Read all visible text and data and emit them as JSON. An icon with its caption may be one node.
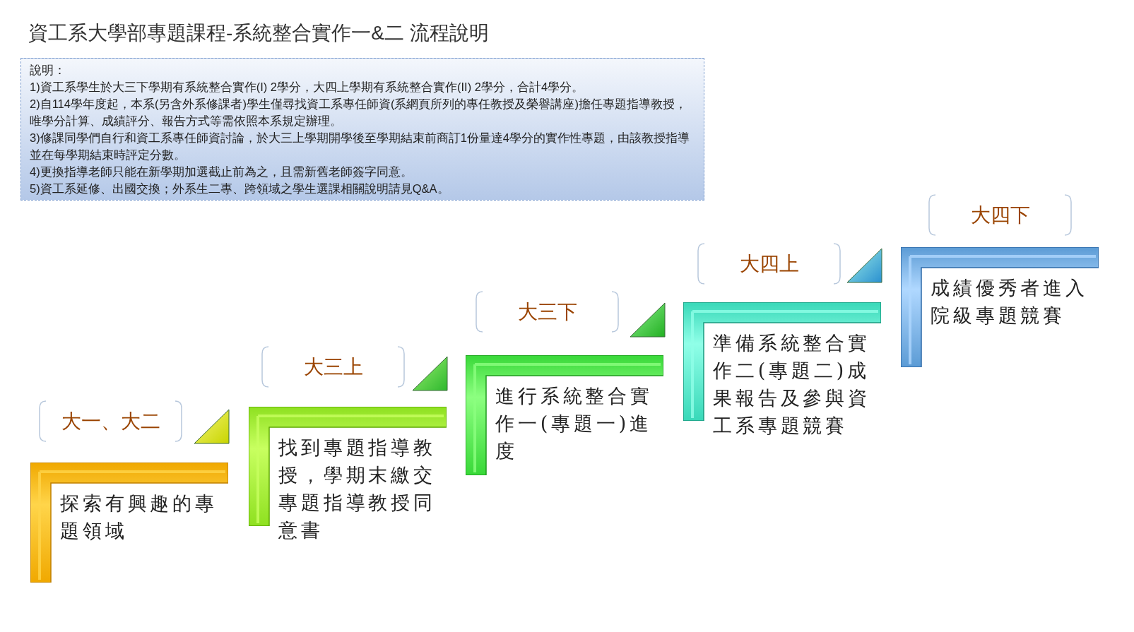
{
  "diagram": {
    "title": "資工系大學部專題課程-系統整合實作一&二 流程說明",
    "nodes": [
      {
        "text": [
          "說明：",
          "1)資工系學生於大三下學期有系統整合實作(I) 2學分，大四上學期有系統整合實作(II) 2學分，合計4學分。",
          "2)自114學年度起，本系(另含外系修課者)學生僅尋找資工系專任師資(系網頁所列的專任教授及榮譽講座)擔任專題指導教授，唯學分計算、成績評分、報告方式等需依照本系規定辦理。",
          "3)修課同學們自行和資工系專任師資討論，於大三上學期開學後至學期結束前商訂1份量達4學分的實作性專題，由該教授指導並在每學期結束時評定分數。",
          "4)更換指導老師只能在新學期加選截止前為之，且需新舊老師簽字同意。",
          "5)資工系延修、出國交換；外系生二專、跨領域之學生選課相關說明請見Q&A。"
        ]
      },
      {
        "text": [
          "大一、大二"
        ]
      },
      {
        "text": [
          "探索有興趣的專題領域"
        ]
      },
      {
        "text": [
          "大三上"
        ]
      },
      {
        "text": [
          "找到專題指導教授，學期末繳交專題指導教授同意書"
        ]
      },
      {
        "text": [
          "大三下"
        ]
      },
      {
        "text": [
          "進行系統整合實作一(專題一)進度"
        ]
      },
      {
        "text": [
          "大四上"
        ]
      },
      {
        "text": [
          "準備系統整合實作二(專題二)成果報告及參與資工系專題競賽"
        ]
      },
      {
        "text": [
          "大四下"
        ]
      },
      {
        "text": [
          "成績優秀者進入院級專題競賽"
        ]
      }
    ],
    "edges": []
  }
}
